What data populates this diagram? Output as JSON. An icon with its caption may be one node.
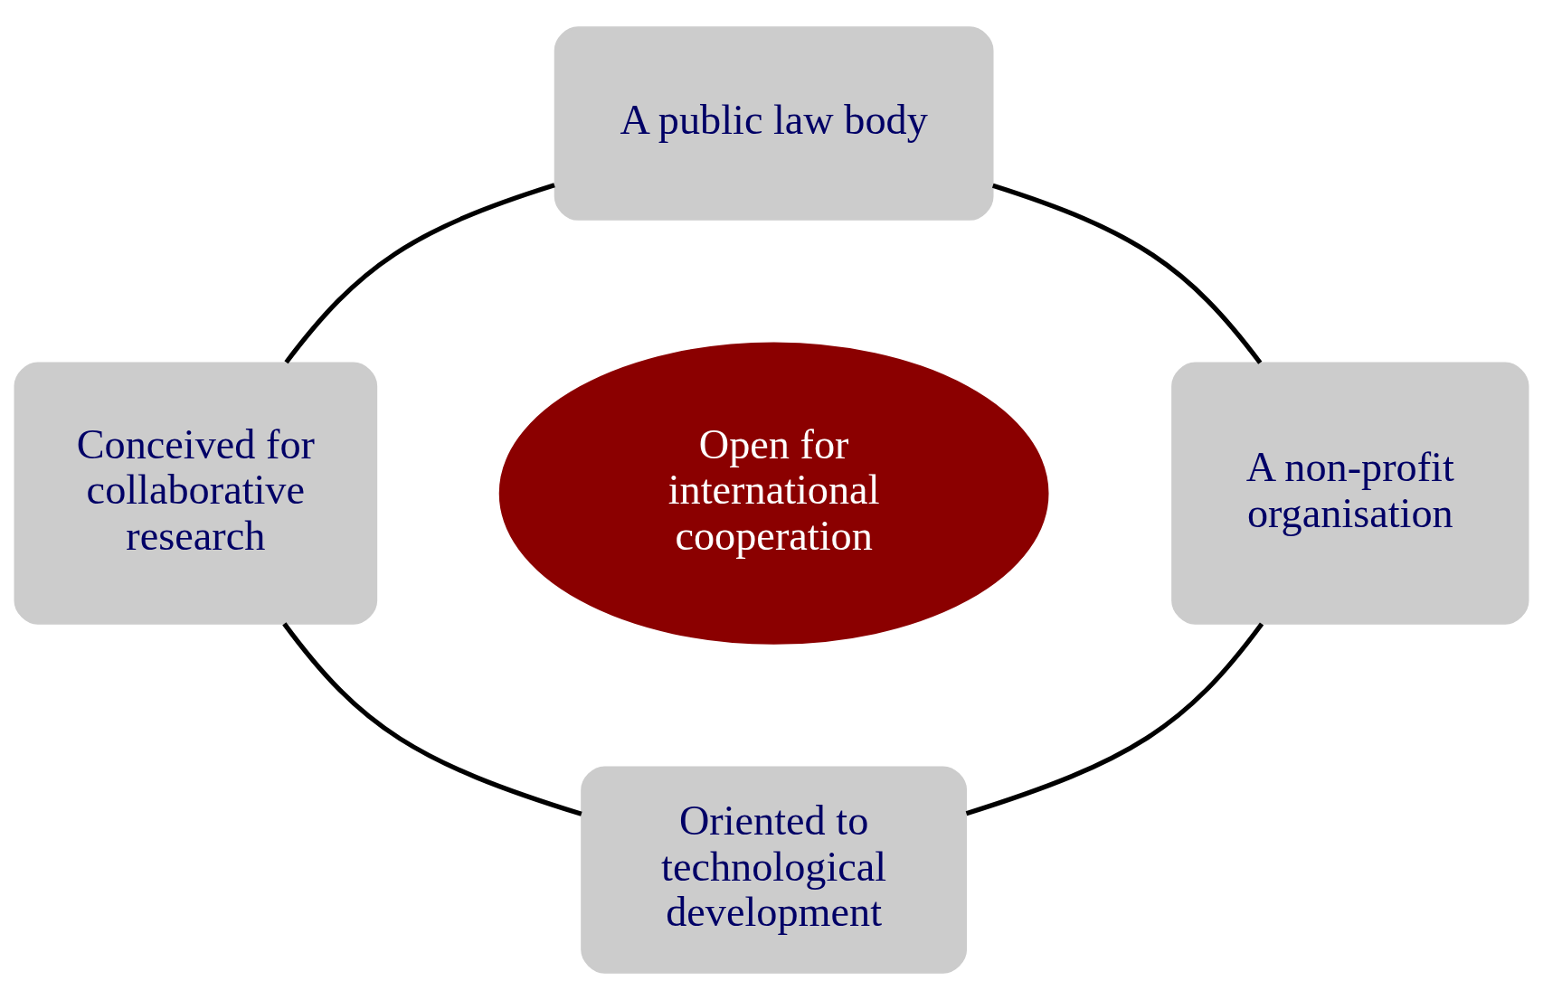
{
  "diagram": {
    "nodes": [
      {
        "text": [
          "A public law body"
        ]
      },
      {
        "text": [
          "Conceived for collaborative research"
        ]
      },
      {
        "text": [
          "Open for international cooperation"
        ]
      },
      {
        "text": [
          "A non-profit organisation"
        ]
      },
      {
        "text": [
          "Oriented to technological development"
        ]
      }
    ],
    "edges": [
      {
        "from": 0,
        "to": 1,
        "arrow": "none"
      },
      {
        "from": 0,
        "to": 3,
        "arrow": "none"
      },
      {
        "from": 1,
        "to": 4,
        "arrow": "none"
      },
      {
        "from": 3,
        "to": 4,
        "arrow": "none"
      }
    ]
  }
}
